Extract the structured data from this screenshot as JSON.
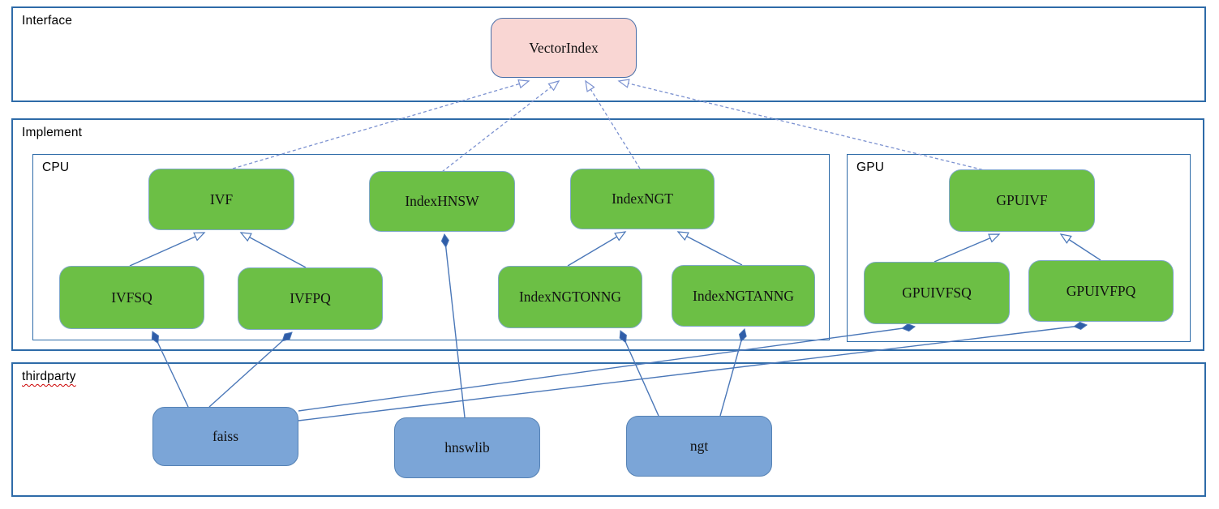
{
  "diagram": {
    "containers": {
      "interface": {
        "label": "Interface"
      },
      "implement": {
        "label": "Implement"
      },
      "cpu": {
        "label": "CPU"
      },
      "gpu": {
        "label": "GPU"
      },
      "thirdparty": {
        "label": "thirdparty",
        "spellcheck_underline": true
      }
    },
    "nodes": {
      "vectorindex": {
        "label": "VectorIndex",
        "kind": "interface"
      },
      "ivf": {
        "label": "IVF",
        "kind": "cpu-class"
      },
      "indexhnsw": {
        "label": "IndexHNSW",
        "kind": "cpu-class"
      },
      "indexngt": {
        "label": "IndexNGT",
        "kind": "cpu-class"
      },
      "gpuivf": {
        "label": "GPUIVF",
        "kind": "gpu-class"
      },
      "ivfsq": {
        "label": "IVFSQ",
        "kind": "cpu-class"
      },
      "ivfpq": {
        "label": "IVFPQ",
        "kind": "cpu-class"
      },
      "indexngtonng": {
        "label": "IndexNGTONNG",
        "kind": "cpu-class"
      },
      "indexngtanng": {
        "label": "IndexNGTANNG",
        "kind": "cpu-class"
      },
      "gpuivfsq": {
        "label": "GPUIVFSQ",
        "kind": "gpu-class"
      },
      "gpuivfpq": {
        "label": "GPUIVFPQ",
        "kind": "gpu-class"
      },
      "faiss": {
        "label": "faiss",
        "kind": "thirdparty-lib"
      },
      "hnswlib": {
        "label": "hnswlib",
        "kind": "thirdparty-lib"
      },
      "ngt": {
        "label": "ngt",
        "kind": "thirdparty-lib"
      }
    },
    "edges": [
      {
        "from": "ivf",
        "to": "vectorindex",
        "type": "realization"
      },
      {
        "from": "indexhnsw",
        "to": "vectorindex",
        "type": "realization"
      },
      {
        "from": "indexngt",
        "to": "vectorindex",
        "type": "realization"
      },
      {
        "from": "gpuivf",
        "to": "vectorindex",
        "type": "realization"
      },
      {
        "from": "ivfsq",
        "to": "ivf",
        "type": "generalization"
      },
      {
        "from": "ivfpq",
        "to": "ivf",
        "type": "generalization"
      },
      {
        "from": "indexngtonng",
        "to": "indexngt",
        "type": "generalization"
      },
      {
        "from": "indexngtanng",
        "to": "indexngt",
        "type": "generalization"
      },
      {
        "from": "gpuivfsq",
        "to": "gpuivf",
        "type": "generalization"
      },
      {
        "from": "gpuivfpq",
        "to": "gpuivf",
        "type": "generalization"
      },
      {
        "from": "faiss",
        "to": "ivfsq",
        "type": "composition"
      },
      {
        "from": "faiss",
        "to": "ivfpq",
        "type": "composition"
      },
      {
        "from": "hnswlib",
        "to": "indexhnsw",
        "type": "composition"
      },
      {
        "from": "ngt",
        "to": "indexngtonng",
        "type": "composition"
      },
      {
        "from": "ngt",
        "to": "indexngtanng",
        "type": "composition"
      },
      {
        "from": "faiss",
        "to": "gpuivfsq",
        "type": "composition"
      },
      {
        "from": "faiss",
        "to": "gpuivfpq",
        "type": "composition"
      }
    ],
    "colors": {
      "container_border": "#2e6ba8",
      "edge_line": "#4a77b8",
      "dashed_line": "#7b91d0",
      "diamond_fill": "#2f5da8",
      "green_fill": "#6cbf45",
      "green_border": "#7fa8c8",
      "pink_fill": "#f9d6d3",
      "pink_border": "#4a6fa8",
      "blue_fill": "#7ba5d7",
      "blue_border": "#5582b5",
      "spellcheck_red": "#cc0000"
    }
  }
}
